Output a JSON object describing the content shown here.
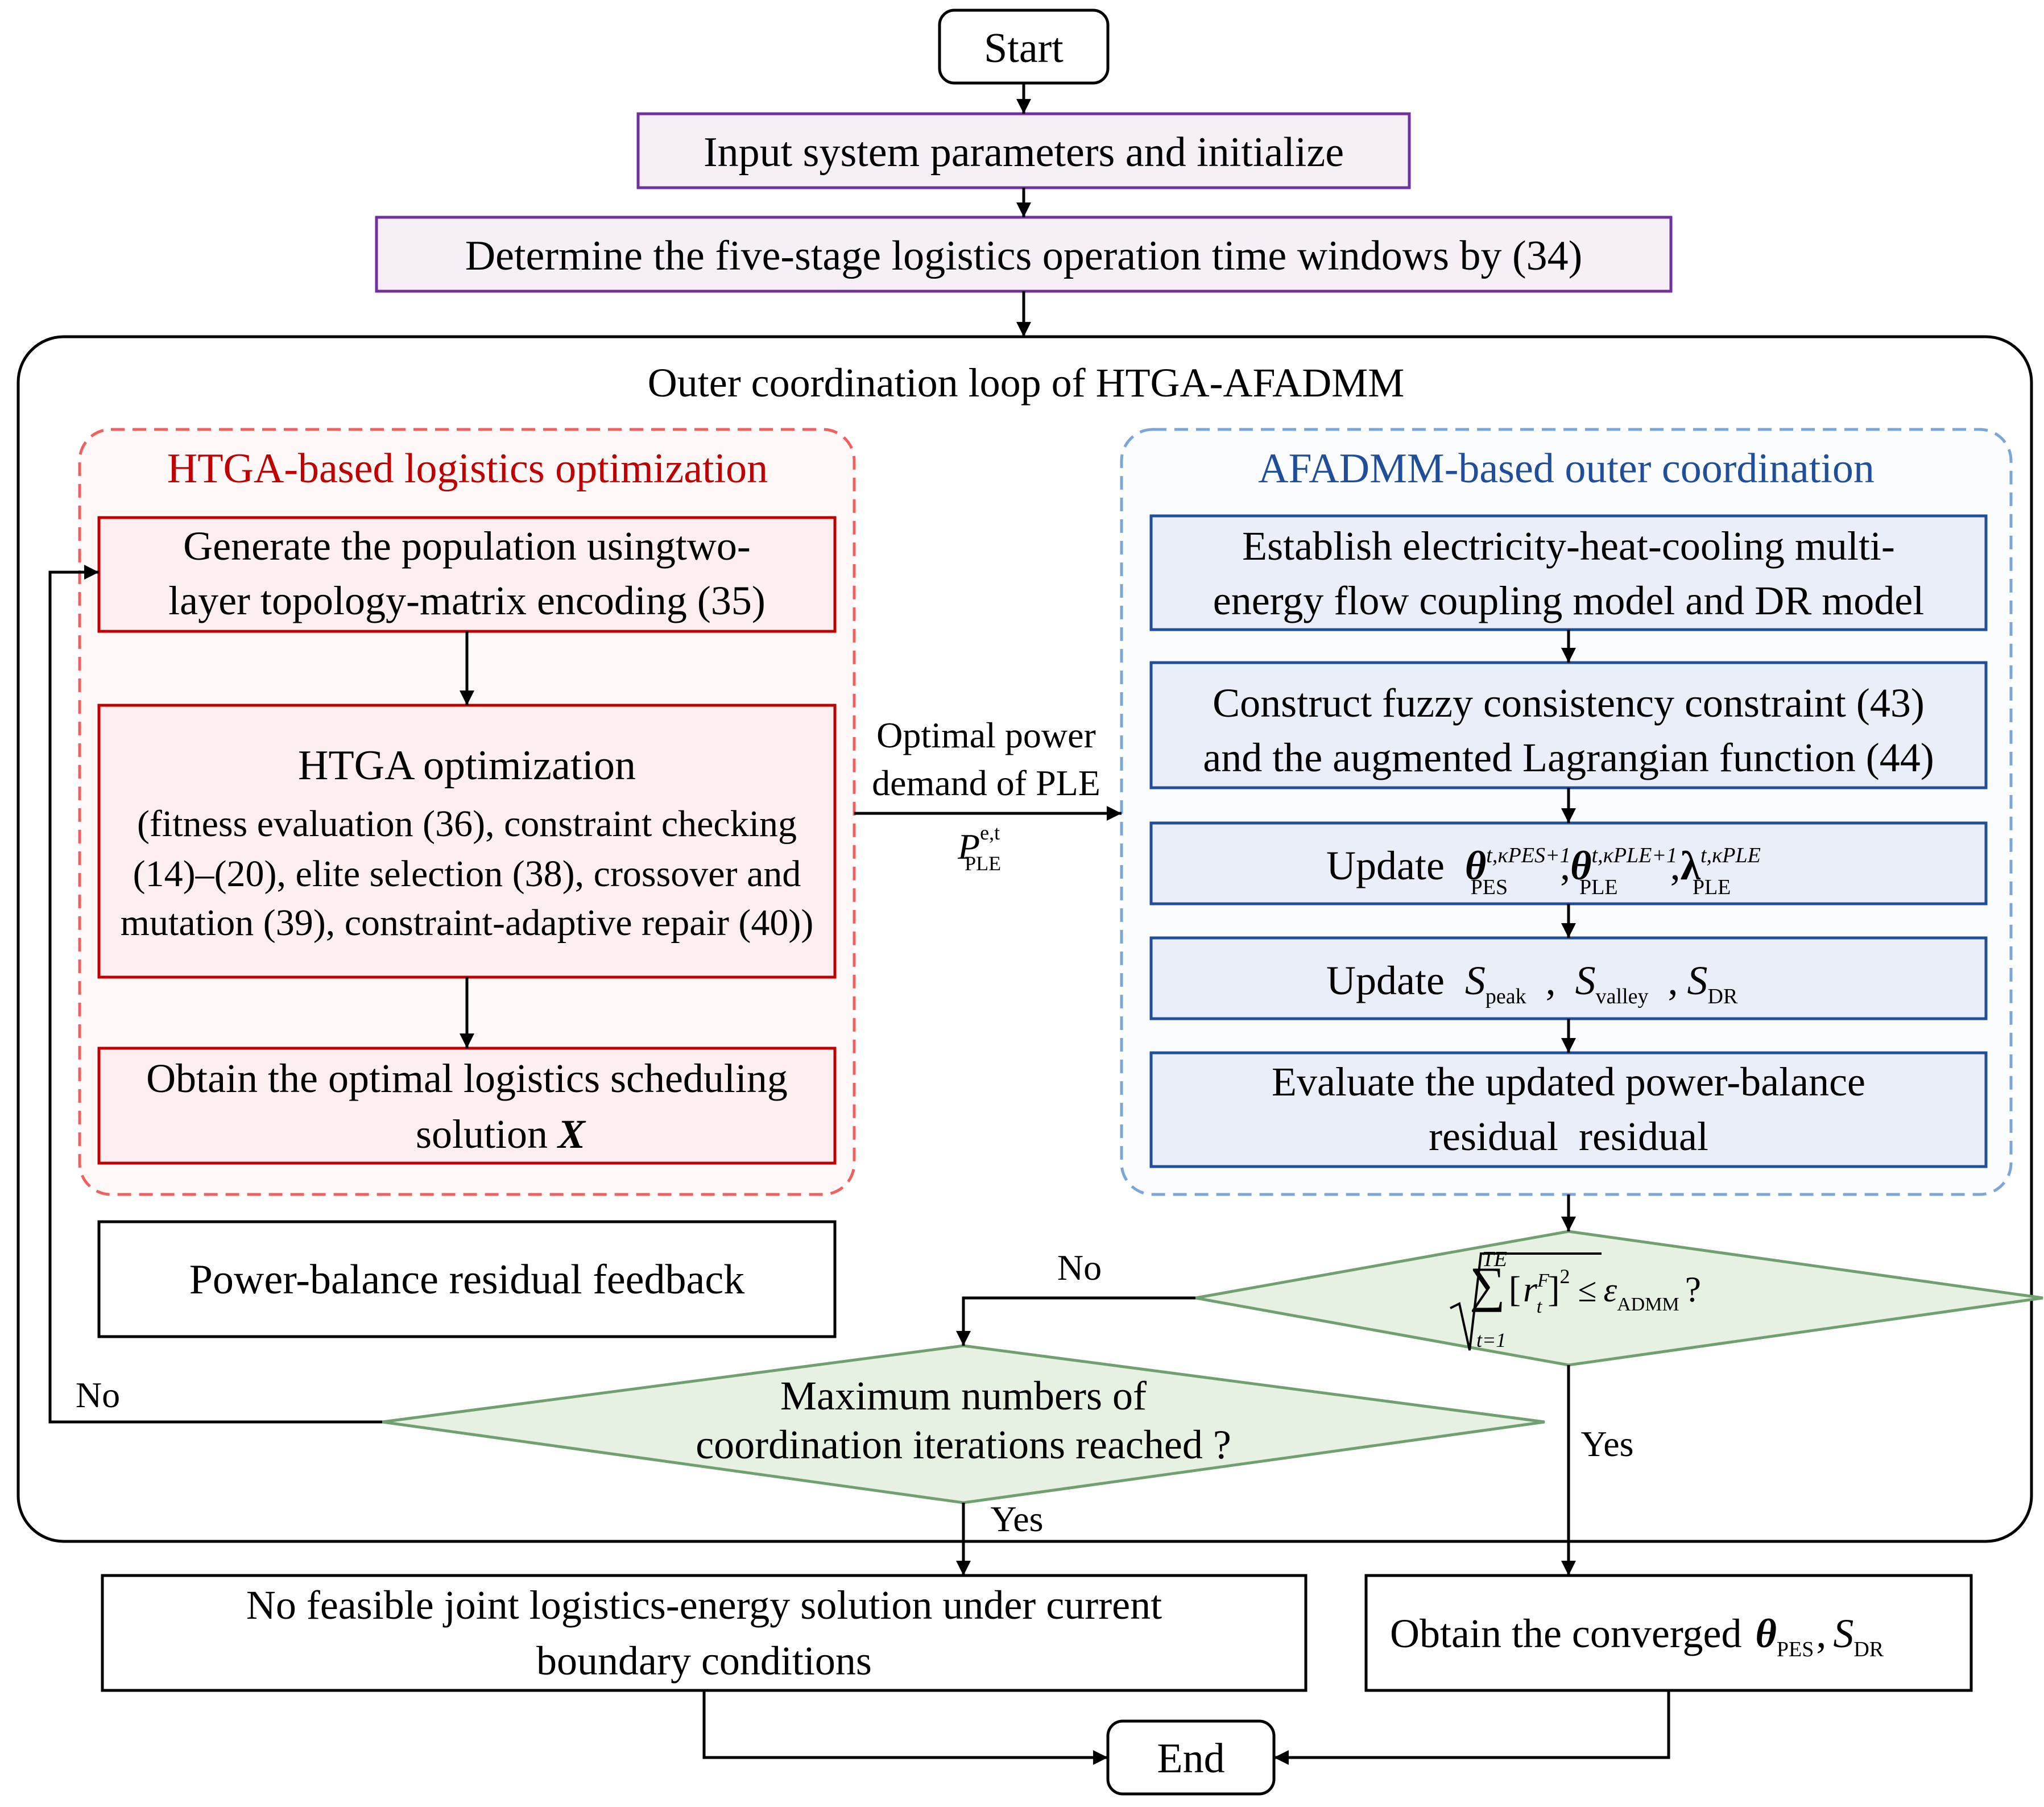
{
  "colors": {
    "purple_border": "#7030A0",
    "purple_fill": "#F6F0F6",
    "red_border": "#C00000",
    "red_fill": "#FDEFEF",
    "red_dash": "#F06060",
    "red_panel_fill": "#FFF8F8",
    "red_title": "#C00000",
    "blue_border": "#1F4E9A",
    "blue_fill": "#E9EEF8",
    "blue_dash": "#7AA6D9",
    "blue_panel_fill": "#FAFCFE",
    "blue_title": "#1F4E9A",
    "diamond_border": "#70A070",
    "diamond_fill": "#E6F1E1"
  },
  "start": "Start",
  "input": "Input system parameters and initialize",
  "time_windows": "Determine the five-stage logistics operation time windows by (34)",
  "outer_loop_title": "Outer coordination loop of HTGA-AFADMM",
  "htga_panel": {
    "title": "HTGA-based logistics optimization",
    "generate": [
      "Generate the population usingtwo-",
      "layer topology-matrix encoding (35)"
    ],
    "optimization_title": "HTGA optimization",
    "optimization_lines": [
      "(fitness evaluation (36), constraint checking",
      "(14)–(20), elite selection (38), crossover and",
      "mutation (39), constraint-adaptive repair (40))"
    ],
    "obtain_line1": "Obtain the optimal logistics scheduling",
    "obtain_line2_text": "solution",
    "obtain_line2_var": "X"
  },
  "feedback": "Power-balance residual feedback",
  "transfer": {
    "line1": "Optimal power",
    "line2": "demand of PLE",
    "symbol_base": "P",
    "symbol_sup": "e,t",
    "symbol_sub": "PLE"
  },
  "afadmm_panel": {
    "title": "AFADMM-based outer coordination",
    "establish": [
      "Establish electricity-heat-cooling multi-",
      "energy flow coupling model and DR model"
    ],
    "construct": [
      "Construct fuzzy consistency constraint (43)",
      "and the augmented Lagrangian function (44)"
    ],
    "update1_label": "Update",
    "update1_vars": [
      {
        "base": "θ",
        "sup": "t,κPES+1",
        "sub": "PES"
      },
      {
        "base": "θ",
        "sup": "t,κPLE+1",
        "sub": "PLE"
      },
      {
        "base": "λ",
        "sup": "t,κPLE",
        "sub": "PLE"
      }
    ],
    "update2_label": "Update",
    "update2_vars": [
      {
        "base": "S",
        "sub": "peak"
      },
      {
        "base": "S",
        "sub": "valley"
      },
      {
        "base": "S",
        "sub": "DR"
      }
    ],
    "evaluate": [
      "Evaluate the updated power-balance",
      "residual  residual"
    ]
  },
  "convergence_check": {
    "sum_upper": "TE",
    "sum_lower": "t=1",
    "residual_base": "r",
    "residual_sub": "t",
    "residual_sup": "F",
    "power": "2",
    "leq": "≤",
    "epsilon": "ε",
    "epsilon_sub": "ADMM",
    "qmark": "?"
  },
  "max_iter_check": [
    "Maximum numbers of",
    "coordination iterations reached ?"
  ],
  "labels": {
    "no_convergence": "No",
    "yes_convergence": "Yes",
    "no_max_iter": "No",
    "yes_max_iter": "Yes"
  },
  "no_feasible": [
    "No feasible joint logistics-energy solution under current",
    "boundary conditions"
  ],
  "obtain_converged": {
    "text": "Obtain the converged",
    "var1_base": "θ",
    "var1_sub": "PES",
    "var2_base": "S",
    "var2_sub": "DR"
  },
  "end": "End"
}
